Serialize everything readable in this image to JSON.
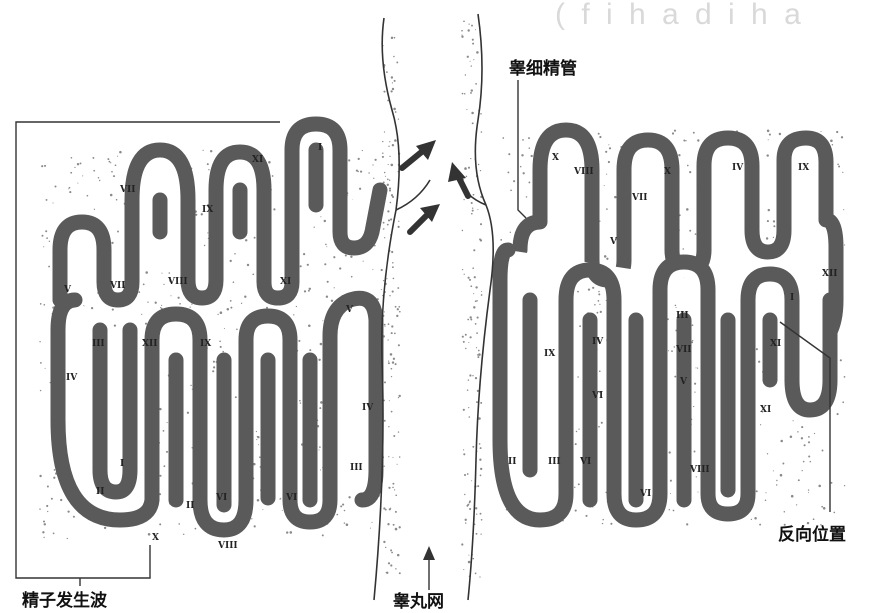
{
  "watermark": "( f i h a d i h a",
  "labels": {
    "efferent_duct": "睾细精管",
    "spermatogenic_wave": "精子发生波",
    "rete_testis": "睾丸网",
    "reverse_position": "反向位置"
  },
  "stage_markers": {
    "left": [
      "XI",
      "VII",
      "IX",
      "I",
      "V",
      "VII",
      "VIII",
      "XI",
      "IV",
      "V",
      "III",
      "XII",
      "IX",
      "II",
      "VI",
      "VI",
      "I",
      "II",
      "III",
      "IV",
      "VIII",
      "X"
    ],
    "right": [
      "X",
      "VIII",
      "VII",
      "X",
      "IV",
      "IX",
      "V",
      "I",
      "XII",
      "IV",
      "IX",
      "III",
      "VII",
      "VI",
      "V",
      "XI",
      "XI",
      "III",
      "VI",
      "II",
      "VI",
      "VIII"
    ]
  },
  "colors": {
    "tubule_wall": "#5a5a5a",
    "stipple": "#8a8a8a",
    "ink": "#111111"
  }
}
